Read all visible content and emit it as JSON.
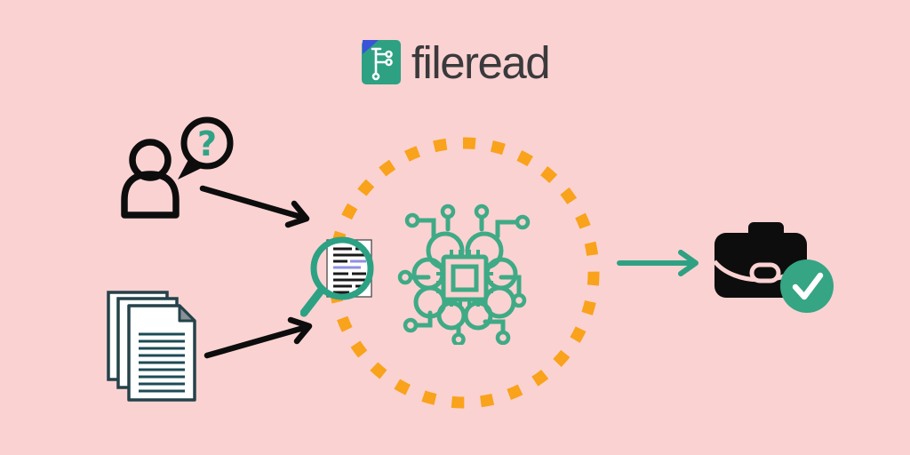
{
  "brand": {
    "name": "fileread",
    "logo_icon": "fileread-document-circuit"
  },
  "colors": {
    "background": "#FBD2D2",
    "brand_green": "#2FA183",
    "brain_green": "#3FAA86",
    "accent_orange": "#F9A21B",
    "ink_black": "#0D0D0D",
    "logo_text": "#3A3A3C",
    "fold_blue": "#3A53D9",
    "page_fold_gray": "#899097",
    "page_outline": "#24424A",
    "page_lines": "#1D4B55",
    "highlight_purple": "#8F8FE6",
    "check_white": "#FFFFFF"
  },
  "diagram": {
    "question_mark": "?",
    "nodes": [
      {
        "id": "user-question",
        "icon": "person-question-icon"
      },
      {
        "id": "documents",
        "icon": "documents-stack-icon"
      },
      {
        "id": "analysis",
        "icon": "magnifier-document-icon"
      },
      {
        "id": "ai-core",
        "icon": "brain-chip-icon"
      },
      {
        "id": "case-ready",
        "icon": "briefcase-check-icon"
      }
    ],
    "connectors": [
      {
        "from": "user-question",
        "to": "analysis",
        "style": "black-arrow"
      },
      {
        "from": "documents",
        "to": "analysis",
        "style": "black-arrow"
      },
      {
        "from": "ai-core",
        "to": "case-ready",
        "style": "green-arrow"
      }
    ]
  }
}
